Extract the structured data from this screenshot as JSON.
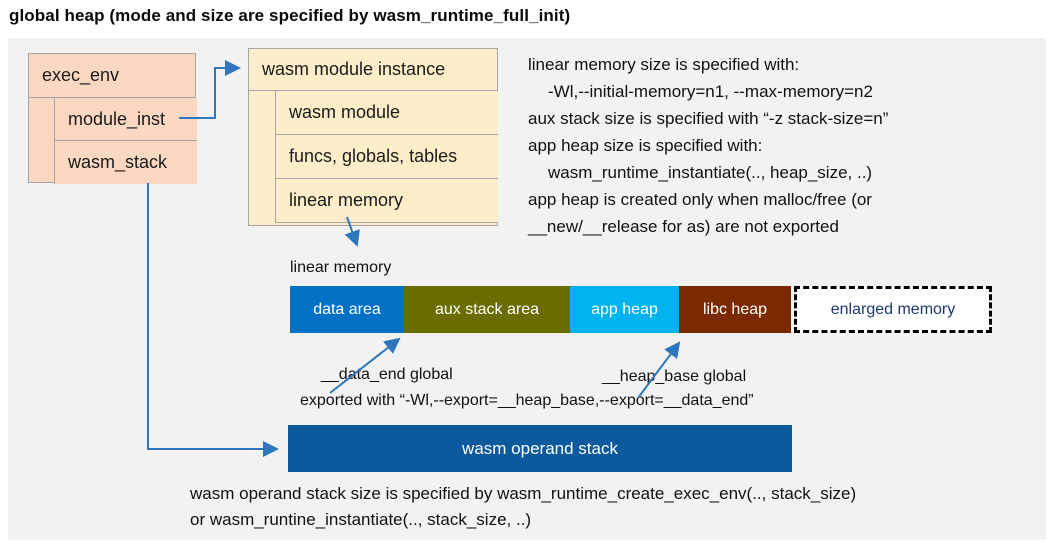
{
  "title": "global heap (mode and size are specified by wasm_runtime_full_init)",
  "exec_env": {
    "title": "exec_env",
    "rows": [
      "module_inst",
      "wasm_stack"
    ]
  },
  "module_instance": {
    "title": "wasm module instance",
    "rows": [
      "wasm module",
      "funcs, globals, tables",
      "linear memory"
    ]
  },
  "notes_right": {
    "lines": [
      "linear memory size is specified with:",
      "-Wl,--initial-memory=n1, --max-memory=n2",
      "aux stack size is specified with “-z stack-size=n”",
      "app heap size is specified with:",
      "wasm_runtime_instantiate(.., heap_size, ..)",
      "app heap is created only when malloc/free (or",
      "__new/__release for as) are not exported"
    ]
  },
  "linear_memory": {
    "label": "linear memory",
    "segments": [
      {
        "label": "data area",
        "color": "#0071c5"
      },
      {
        "label": "aux stack area",
        "color": "#6a6c00"
      },
      {
        "label": "app heap",
        "color": "#00b2f0"
      },
      {
        "label": "libc heap",
        "color": "#7b2a00"
      }
    ],
    "enlarged_label": "enlarged memory",
    "annotations": {
      "data_end": "__data_end global",
      "heap_base": "__heap_base global",
      "exported": "exported with “-Wl,--export=__heap_base,--export=__data_end”"
    }
  },
  "operand_stack": {
    "label": "wasm operand stack",
    "color": "#0b5a9d",
    "caption_lines": [
      "wasm operand stack size is specified by wasm_runtime_create_exec_env(.., stack_size)",
      "or wasm_runtine_instantiate(.., stack_size, ..)"
    ]
  },
  "colors": {
    "canvas_bg": "#f2f2f2",
    "exec_env_fill": "#fbd8c2",
    "module_instance_fill": "#fdeec9",
    "box_border": "#a6a6a6",
    "arrow": "#2e77bc",
    "enlarged_text": "#1f3a6e"
  }
}
